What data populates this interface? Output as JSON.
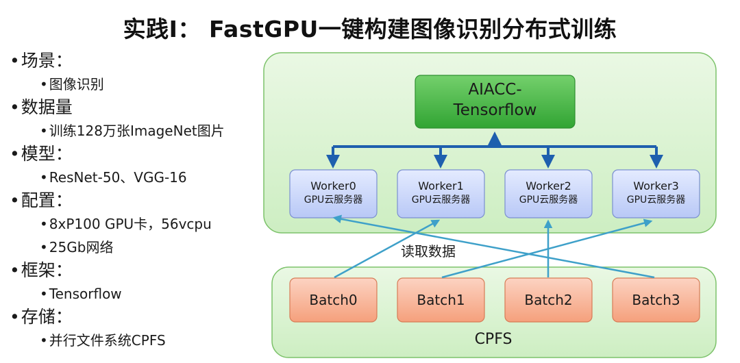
{
  "title": "实践I： FastGPU一键构建图像识别分布式训练",
  "left_list": [
    {
      "label": "场景：",
      "subs": [
        "图像识别"
      ]
    },
    {
      "label": "数据量",
      "subs": [
        "训练128万张ImageNet图片"
      ]
    },
    {
      "label": "模型：",
      "subs": [
        "ResNet-50、VGG-16"
      ]
    },
    {
      "label": "配置：",
      "subs": [
        "8xP100 GPU卡，56vcpu",
        "25Gb网络"
      ]
    },
    {
      "label": "框架：",
      "subs": [
        "Tensorflow"
      ]
    },
    {
      "label": "存储：",
      "subs": [
        "并行文件系统CPFS"
      ]
    }
  ],
  "bullet": "•",
  "diagram": {
    "aiacc": {
      "line1": "AIACC-",
      "line2": "Tensorflow"
    },
    "workers": [
      {
        "name": "Worker0",
        "sub": "GPU云服务器"
      },
      {
        "name": "Worker1",
        "sub": "GPU云服务器"
      },
      {
        "name": "Worker2",
        "sub": "GPU云服务器"
      },
      {
        "name": "Worker3",
        "sub": "GPU云服务器"
      }
    ],
    "batches": [
      "Batch0",
      "Batch1",
      "Batch2",
      "Batch3"
    ],
    "read_label": "读取数据",
    "cpfs_label": "CPFS"
  },
  "colors": {
    "panel_fill": "#d8f1cf",
    "panel_stroke": "#7cc26a",
    "aiacc_fill": "#43b543",
    "worker_fill": "#c9d6fb",
    "worker_stroke": "#7a8fd0",
    "batch_fill": "#f7a887",
    "batch_stroke": "#d77b56",
    "arrow_blue": "#1e5fae",
    "arrow_cyan": "#3ea0c9"
  }
}
